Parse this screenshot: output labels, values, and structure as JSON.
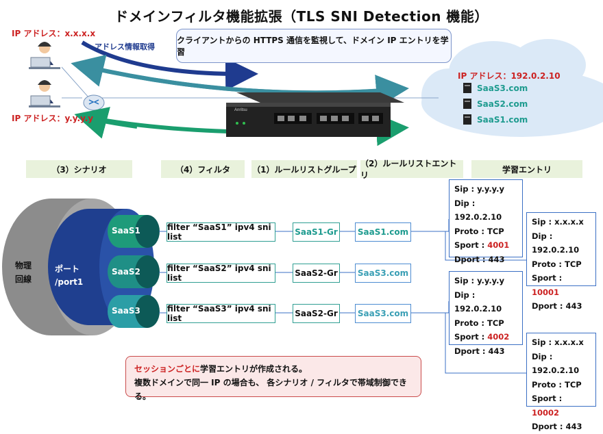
{
  "title": "ドメインフィルタ機能拡張（TLS SNI Detection 機能）",
  "clients": [
    {
      "ip_label": "IP アドレス：x.x.x.x"
    },
    {
      "ip_label": "IP アドレス：y.y.y.y"
    }
  ],
  "address_acquire_label": "アドレス情報取得",
  "bubble_text": "クライアントからの HTTPS 通信を監視して、ドメイン IP エントリを学習",
  "cloud": {
    "ip_label": "IP アドレス：192.0.2.10",
    "servers": [
      "SaaS3.com",
      "SaaS2.com",
      "SaaS1.com"
    ]
  },
  "device_brand": "Anritsu",
  "headers": {
    "scenario": "（3）シナリオ",
    "filter": "（4）フィルタ",
    "group": "（1）ルールリストグループ",
    "entry": "（2）ルールリストエントリ",
    "learning": "学習エントリ"
  },
  "physical_line": "物理回線",
  "port_label_1": "ポート",
  "port_label_2": "/port1",
  "rows": [
    {
      "saas": "SaaS1",
      "filter": "filter “SaaS1” ipv4 sni list",
      "group": "SaaS1-Gr",
      "entry": "SaaS1.com"
    },
    {
      "saas": "SaaS2",
      "filter": "filter “SaaS2” ipv4 sni list",
      "group": "SaaS2-Gr",
      "entry": "SaaS3.com"
    },
    {
      "saas": "SaaS3",
      "filter": "filter “SaaS3” ipv4 sni list",
      "group": "SaaS2-Gr",
      "entry": "SaaS3.com"
    }
  ],
  "learning_entries": [
    {
      "sip": "Sip : y.y.y.y",
      "dip": "Dip : 192.0.2.10",
      "proto": "Proto : TCP",
      "sport_label": "Sport : ",
      "sport_value": "4001",
      "dport": "Dport : 443"
    },
    {
      "sip": "Sip : x.x.x.x",
      "dip": "Dip : 192.0.2.10",
      "proto": "Proto : TCP",
      "sport_label": "Sport : ",
      "sport_value": "10001",
      "dport": "Dport : 443"
    },
    {
      "sip": "Sip : y.y.y.y",
      "dip": "Dip : 192.0.2.10",
      "proto": "Proto : TCP",
      "sport_label": "Sport : ",
      "sport_value": "4002",
      "dport": "Dport : 443"
    },
    {
      "sip": "Sip : x.x.x.x",
      "dip": "Dip : 192.0.2.10",
      "proto": "Proto : TCP",
      "sport_label": "Sport : ",
      "sport_value": "10002",
      "dport": "Dport : 443"
    }
  ],
  "note": {
    "line1_red": "セッションごとに",
    "line1_rest": "学習エントリが作成される。",
    "line2": "複数ドメインで同一 IP の場合も、 各シナリオ / フィルタで帯域制御できる。"
  },
  "colors": {
    "arrow_navy": "#1f3b8f",
    "arrow_teal": "#3a8fa0",
    "arrow_green": "#1a9e6e",
    "pipe_green": "#1e9b7a",
    "pipe_dark": "#0d5a57",
    "port_blue": "#1f3f8f",
    "gray_disk": "#8c8c8c",
    "cloud": "#dbe9f7"
  }
}
